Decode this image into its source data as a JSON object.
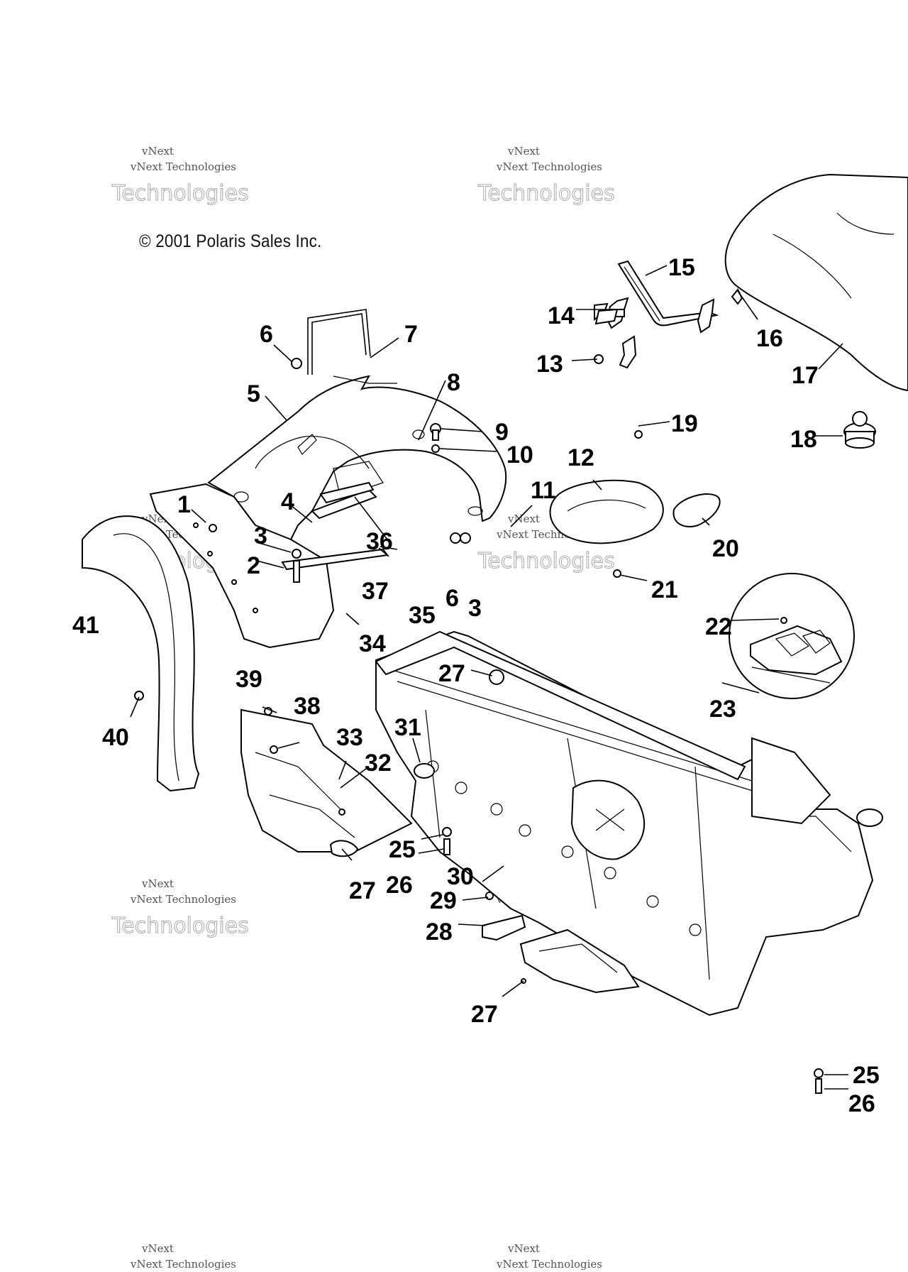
{
  "copyright": "© 2001 Polaris Sales Inc.",
  "watermark": {
    "line1": "vNext",
    "line2": "vNext Technologies",
    "line3": "Technologies"
  },
  "callouts": [
    "1",
    "2",
    "3",
    "3",
    "4",
    "5",
    "6",
    "6",
    "7",
    "8",
    "9",
    "10",
    "11",
    "12",
    "13",
    "14",
    "15",
    "16",
    "17",
    "18",
    "19",
    "20",
    "21",
    "22",
    "23",
    "25",
    "25",
    "26",
    "26",
    "27",
    "27",
    "27",
    "28",
    "29",
    "30",
    "31",
    "32",
    "33",
    "34",
    "35",
    "36",
    "37",
    "38",
    "39",
    "40",
    "41"
  ]
}
